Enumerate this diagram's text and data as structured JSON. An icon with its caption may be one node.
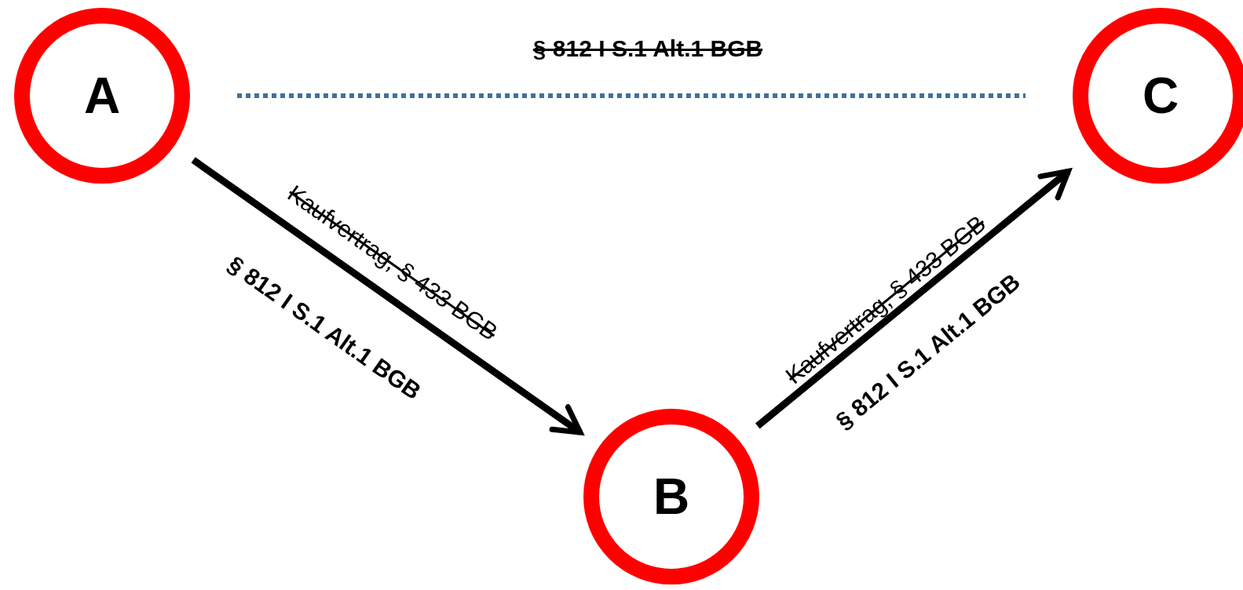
{
  "diagram": {
    "nodes": [
      {
        "text": [
          "A"
        ]
      },
      {
        "text": [
          "B"
        ]
      },
      {
        "text": [
          "C"
        ]
      }
    ],
    "edges": [
      {
        "from": 0,
        "to": 1,
        "arrow": "to",
        "label": "Kaufvertrag, § 433 BGB"
      },
      {
        "from": 1,
        "to": 2,
        "arrow": "to",
        "label": "Kaufvertrag, § 433 BGB"
      },
      {
        "from": 0,
        "to": 2,
        "arrow": "none",
        "label": "§ 812 I S.1 Alt.1 BGB",
        "style": "dashed",
        "color": "#41719c"
      }
    ],
    "labels": [
      "§ 812 I S.1 Alt.1 BGB",
      "§ 812 I S.1 Alt.1 BGB"
    ]
  }
}
